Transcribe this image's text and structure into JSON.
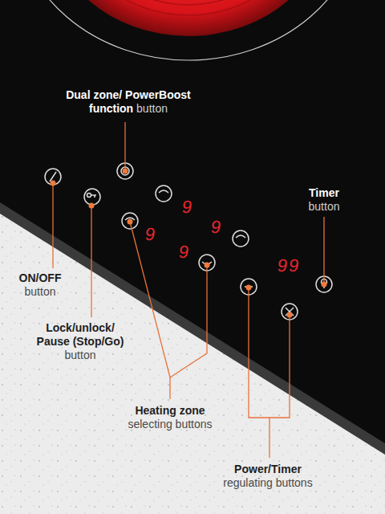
{
  "diagram": {
    "labels": [
      "Dual zone/ PowerBoost function",
      "button",
      "Timer",
      "button",
      "9",
      "9",
      "9",
      "9",
      "ON/OFF",
      "button",
      "99",
      "Lock/unlock/ Pause (Stop/Go)",
      "button",
      "Heating zone",
      "selecting buttons",
      "Power/Timer",
      "regulating buttons"
    ]
  }
}
